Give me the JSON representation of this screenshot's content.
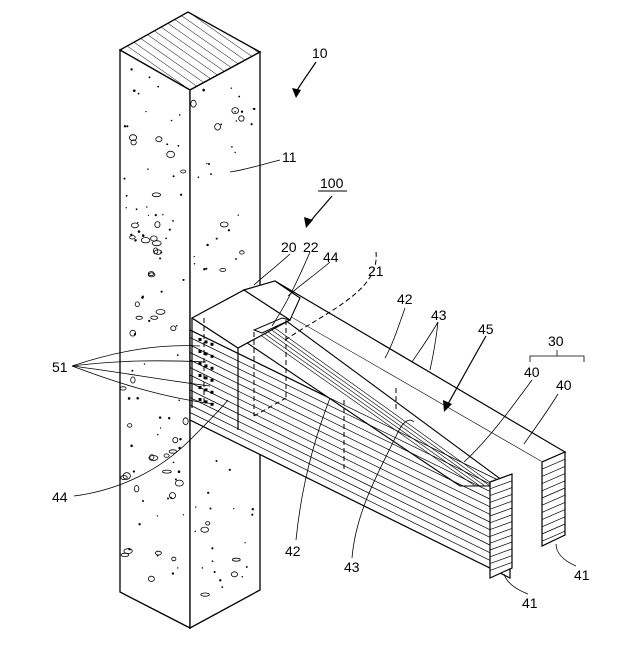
{
  "figure": {
    "labels": {
      "column_ref": "10",
      "column_body": "11",
      "assembly_ref": "100",
      "joint_20": "20",
      "joint_22": "22",
      "ref_44_top": "44",
      "ref_21": "21",
      "ref_42_top": "42",
      "ref_43_top": "43",
      "ref_45": "45",
      "group_30": "30",
      "ref_40_left": "40",
      "ref_40_right": "40",
      "ref_51": "51",
      "ref_44_bottom": "44",
      "ref_42_bottom": "42",
      "ref_43_bottom": "43",
      "ref_41_front": "41",
      "ref_41_back": "41"
    }
  }
}
